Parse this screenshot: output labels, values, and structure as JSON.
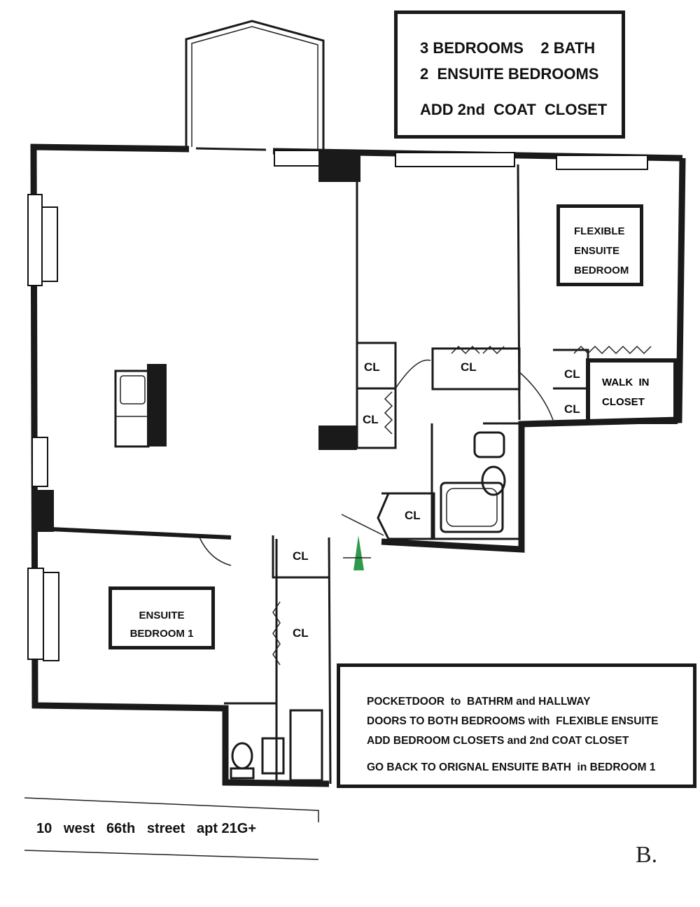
{
  "summary_box": {
    "line1": "3 BEDROOMS    2 BATH",
    "line2": "2  ENSUITE BEDROOMS",
    "line3": "ADD 2nd  COAT  CLOSET"
  },
  "rooms": {
    "flexible": [
      "FLEXIBLE",
      "ENSUITE",
      "BEDROOM"
    ],
    "walk_in": [
      "WALK  IN",
      "CLOSET"
    ],
    "ensuite1": [
      "ENSUITE",
      "BEDROOM 1"
    ],
    "closet_label": "CL"
  },
  "notes_box": {
    "line1": "POCKETDOOR  to  BATHRM and HALLWAY",
    "line2": "DOORS TO BOTH BEDROOMS with  FLEXIBLE ENSUITE",
    "line3": "ADD BEDROOM CLOSETS and 2nd COAT CLOSET",
    "line4": "GO BACK TO ORIGNAL ENSUITE BATH  in BEDROOM 1"
  },
  "address": "10   west   66th   street   apt 21G+",
  "version_mark": "B.",
  "colors": {
    "wall": "#1a1a1a",
    "marker": "#2e9a4a"
  }
}
